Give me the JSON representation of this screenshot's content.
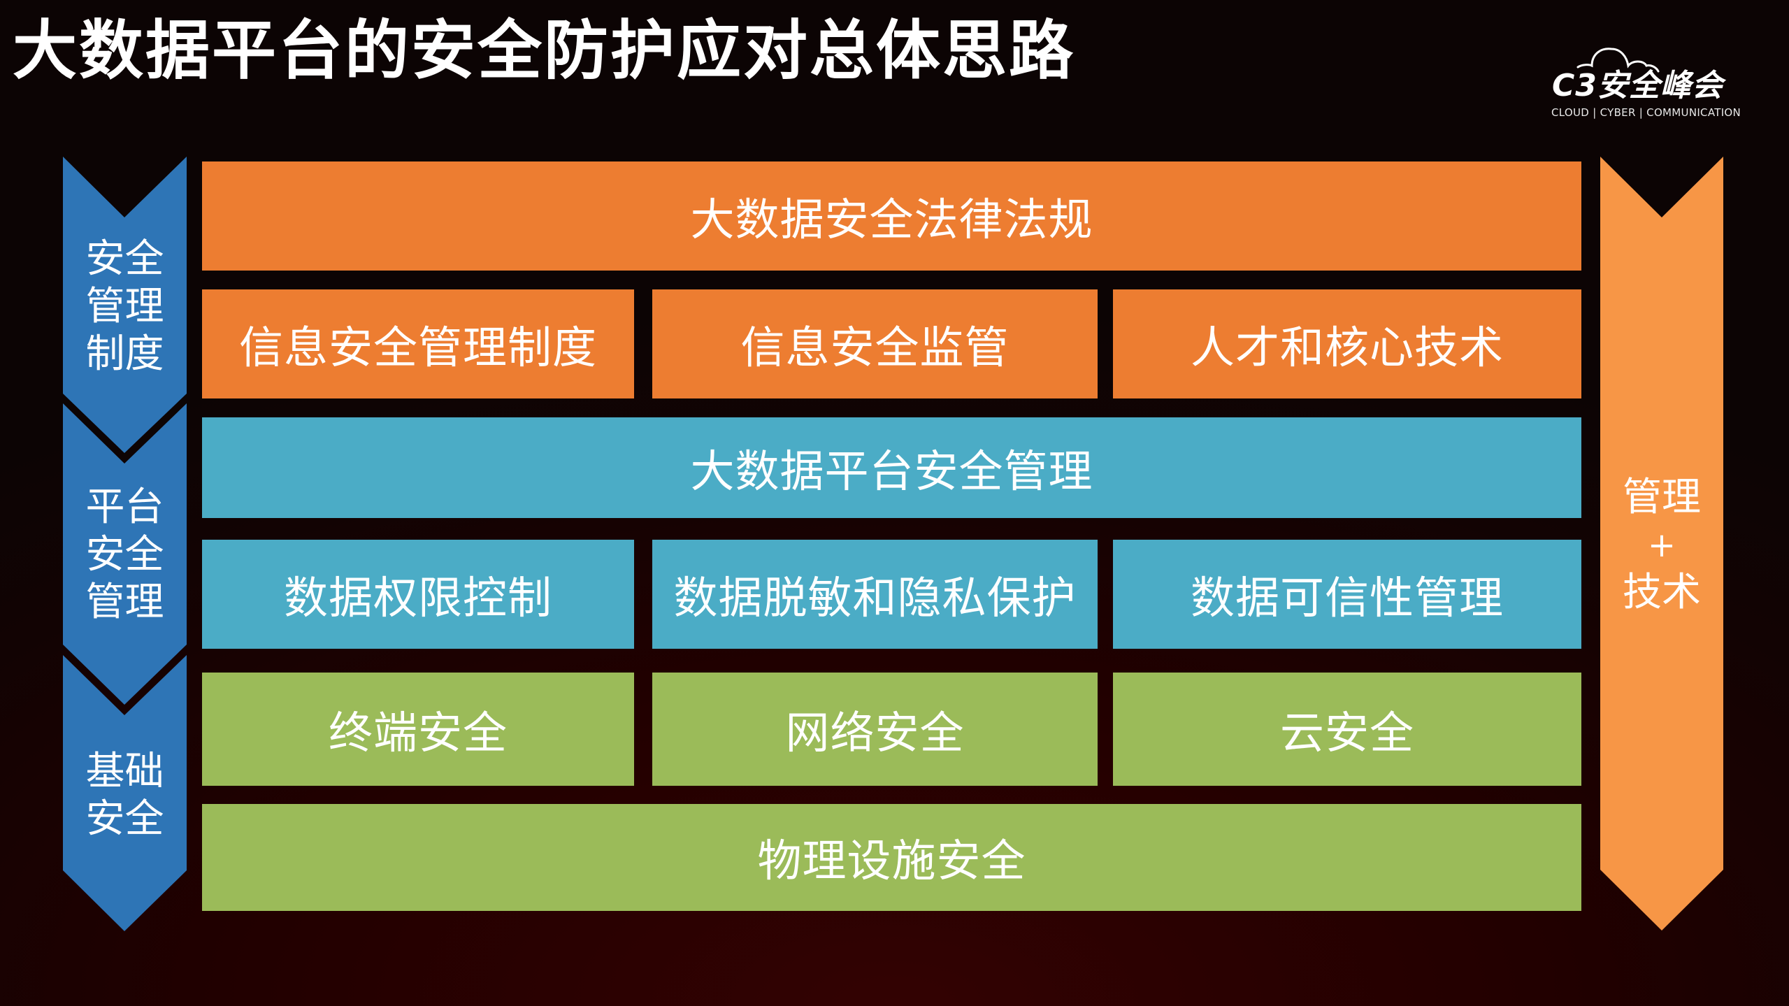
{
  "slide": {
    "title": "大数据平台的安全防护应对总体思路",
    "colors": {
      "background": "#1a0202",
      "law_orange": "#ed7d31",
      "platform_blue": "#4bacc6",
      "infra_green": "#9bbb59",
      "left_arrow_blue": "#2e75b6",
      "right_arrow_orange": "#f79646"
    }
  },
  "logo": {
    "icon": "cloud-icon",
    "brand": "C3安全峰会",
    "tagline": "CLOUD | CYBER | COMMUNICATION"
  },
  "left_arrow": {
    "segments": [
      {
        "lines": [
          "安全",
          "管理",
          "制度"
        ]
      },
      {
        "lines": [
          "平台",
          "安全",
          "管理"
        ]
      },
      {
        "lines": [
          "基础",
          "安全"
        ]
      }
    ]
  },
  "right_arrow": {
    "lines": [
      "管理",
      "+",
      "技术"
    ]
  },
  "layers": {
    "management": {
      "top": "大数据安全法律法规",
      "cells": [
        "信息安全管理制度",
        "信息安全监管",
        "人才和核心技术"
      ]
    },
    "platform": {
      "top": "大数据平台安全管理",
      "cells": [
        "数据权限控制",
        "数据脱敏和隐私保护",
        "数据可信性管理"
      ]
    },
    "infrastructure": {
      "cells": [
        "终端安全",
        "网络安全",
        "云安全"
      ],
      "bottom": "物理设施安全"
    }
  }
}
